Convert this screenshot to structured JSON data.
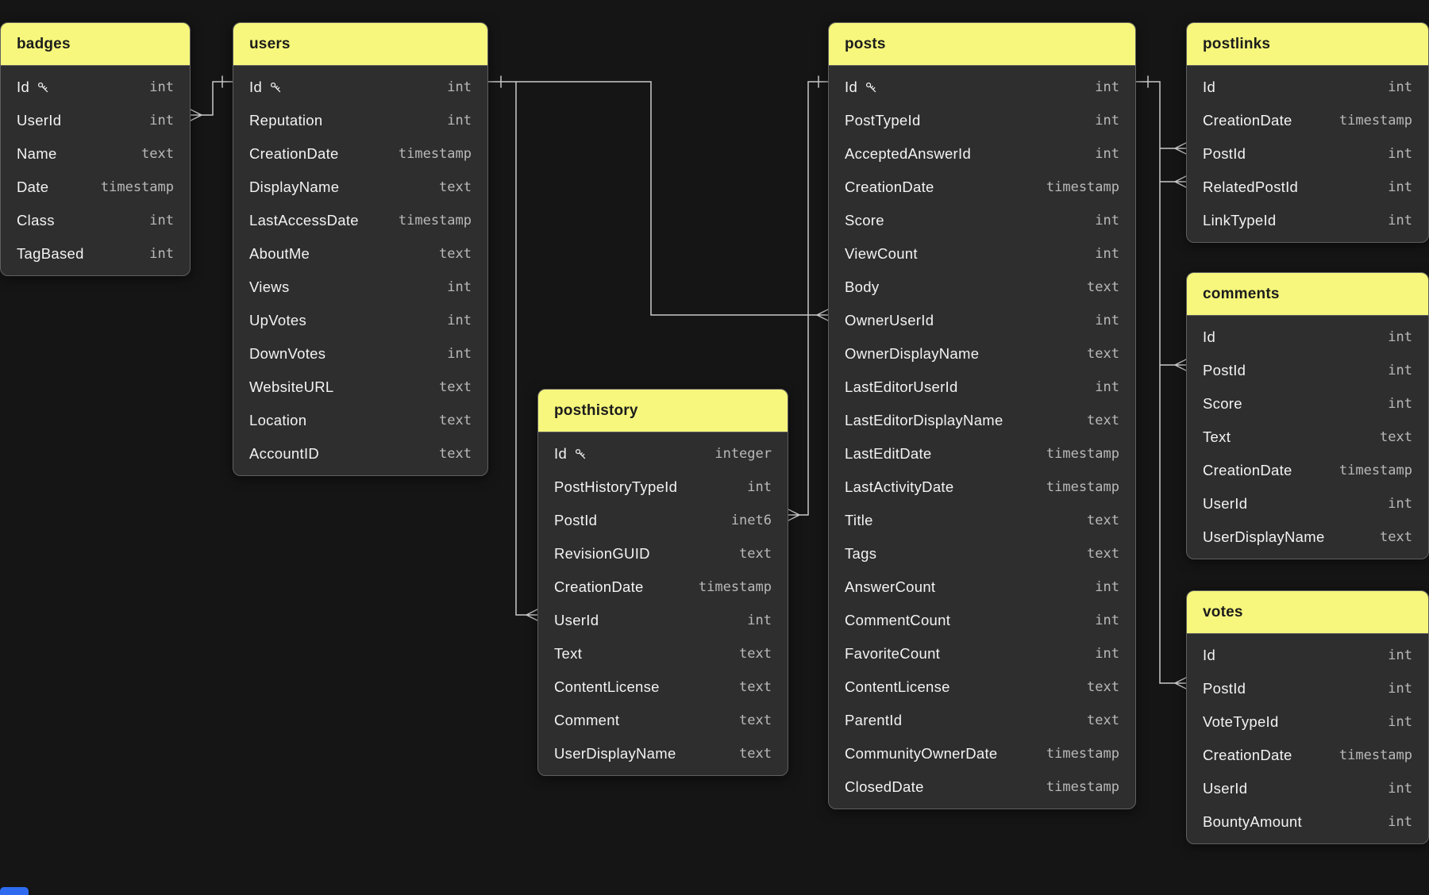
{
  "diagram": {
    "background_color": "#151515",
    "table_header_color": "#f6f77c",
    "table_body_color": "#2e2e2e",
    "relationship_line_color": "#c9c9c9",
    "field_name_color": "#f3f3f3",
    "field_type_color": "#b9b9b9",
    "bottom_fragment_color": "#2e6bf0"
  },
  "tables": {
    "badges": {
      "title": "badges",
      "fields": [
        {
          "name": "Id",
          "type": "int",
          "key": true
        },
        {
          "name": "UserId",
          "type": "int"
        },
        {
          "name": "Name",
          "type": "text"
        },
        {
          "name": "Date",
          "type": "timestamp"
        },
        {
          "name": "Class",
          "type": "int"
        },
        {
          "name": "TagBased",
          "type": "int"
        }
      ]
    },
    "users": {
      "title": "users",
      "fields": [
        {
          "name": "Id",
          "type": "int",
          "key": true
        },
        {
          "name": "Reputation",
          "type": "int"
        },
        {
          "name": "CreationDate",
          "type": "timestamp"
        },
        {
          "name": "DisplayName",
          "type": "text"
        },
        {
          "name": "LastAccessDate",
          "type": "timestamp"
        },
        {
          "name": "AboutMe",
          "type": "text"
        },
        {
          "name": "Views",
          "type": "int"
        },
        {
          "name": "UpVotes",
          "type": "int"
        },
        {
          "name": "DownVotes",
          "type": "int"
        },
        {
          "name": "WebsiteURL",
          "type": "text"
        },
        {
          "name": "Location",
          "type": "text"
        },
        {
          "name": "AccountID",
          "type": "text"
        }
      ]
    },
    "posthistory": {
      "title": "posthistory",
      "fields": [
        {
          "name": "Id",
          "type": "integer",
          "key": true
        },
        {
          "name": "PostHistoryTypeId",
          "type": "int"
        },
        {
          "name": "PostId",
          "type": "inet6"
        },
        {
          "name": "RevisionGUID",
          "type": "text"
        },
        {
          "name": "CreationDate",
          "type": "timestamp"
        },
        {
          "name": "UserId",
          "type": "int"
        },
        {
          "name": "Text",
          "type": "text"
        },
        {
          "name": "ContentLicense",
          "type": "text"
        },
        {
          "name": "Comment",
          "type": "text"
        },
        {
          "name": "UserDisplayName",
          "type": "text"
        }
      ]
    },
    "posts": {
      "title": "posts",
      "fields": [
        {
          "name": "Id",
          "type": "int",
          "key": true
        },
        {
          "name": "PostTypeId",
          "type": "int"
        },
        {
          "name": "AcceptedAnswerId",
          "type": "int"
        },
        {
          "name": "CreationDate",
          "type": "timestamp"
        },
        {
          "name": "Score",
          "type": "int"
        },
        {
          "name": "ViewCount",
          "type": "int"
        },
        {
          "name": "Body",
          "type": "text"
        },
        {
          "name": "OwnerUserId",
          "type": "int"
        },
        {
          "name": "OwnerDisplayName",
          "type": "text"
        },
        {
          "name": "LastEditorUserId",
          "type": "int"
        },
        {
          "name": "LastEditorDisplayName",
          "type": "text"
        },
        {
          "name": "LastEditDate",
          "type": "timestamp"
        },
        {
          "name": "LastActivityDate",
          "type": "timestamp"
        },
        {
          "name": "Title",
          "type": "text"
        },
        {
          "name": "Tags",
          "type": "text"
        },
        {
          "name": "AnswerCount",
          "type": "int"
        },
        {
          "name": "CommentCount",
          "type": "int"
        },
        {
          "name": "FavoriteCount",
          "type": "int"
        },
        {
          "name": "ContentLicense",
          "type": "text"
        },
        {
          "name": "ParentId",
          "type": "text"
        },
        {
          "name": "CommunityOwnerDate",
          "type": "timestamp"
        },
        {
          "name": "ClosedDate",
          "type": "timestamp"
        }
      ]
    },
    "postlinks": {
      "title": "postlinks",
      "fields": [
        {
          "name": "Id",
          "type": "int"
        },
        {
          "name": "CreationDate",
          "type": "timestamp"
        },
        {
          "name": "PostId",
          "type": "int"
        },
        {
          "name": "RelatedPostId",
          "type": "int"
        },
        {
          "name": "LinkTypeId",
          "type": "int"
        }
      ]
    },
    "comments": {
      "title": "comments",
      "fields": [
        {
          "name": "Id",
          "type": "int"
        },
        {
          "name": "PostId",
          "type": "int"
        },
        {
          "name": "Score",
          "type": "int"
        },
        {
          "name": "Text",
          "type": "text"
        },
        {
          "name": "CreationDate",
          "type": "timestamp"
        },
        {
          "name": "UserId",
          "type": "int"
        },
        {
          "name": "UserDisplayName",
          "type": "text"
        }
      ]
    },
    "votes": {
      "title": "votes",
      "fields": [
        {
          "name": "Id",
          "type": "int"
        },
        {
          "name": "PostId",
          "type": "int"
        },
        {
          "name": "VoteTypeId",
          "type": "int"
        },
        {
          "name": "CreationDate",
          "type": "timestamp"
        },
        {
          "name": "UserId",
          "type": "int"
        },
        {
          "name": "BountyAmount",
          "type": "int"
        }
      ]
    }
  },
  "relationships": [
    {
      "from": "badges.UserId",
      "to": "users.Id",
      "from_cardinality": "many",
      "to_cardinality": "one"
    },
    {
      "from": "posts.OwnerUserId",
      "to": "users.Id",
      "from_cardinality": "many",
      "to_cardinality": "one"
    },
    {
      "from": "posthistory.UserId",
      "to": "users.Id",
      "from_cardinality": "many",
      "to_cardinality": "one"
    },
    {
      "from": "posthistory.PostId",
      "to": "posts.Id",
      "from_cardinality": "many",
      "to_cardinality": "one"
    },
    {
      "from": "postlinks.PostId",
      "to": "posts.Id",
      "from_cardinality": "many",
      "to_cardinality": "one"
    },
    {
      "from": "postlinks.RelatedPostId",
      "to": "posts.Id",
      "from_cardinality": "many",
      "to_cardinality": "one"
    },
    {
      "from": "comments.PostId",
      "to": "posts.Id",
      "from_cardinality": "many",
      "to_cardinality": "one"
    },
    {
      "from": "votes.PostId",
      "to": "posts.Id",
      "from_cardinality": "many",
      "to_cardinality": "one"
    }
  ]
}
